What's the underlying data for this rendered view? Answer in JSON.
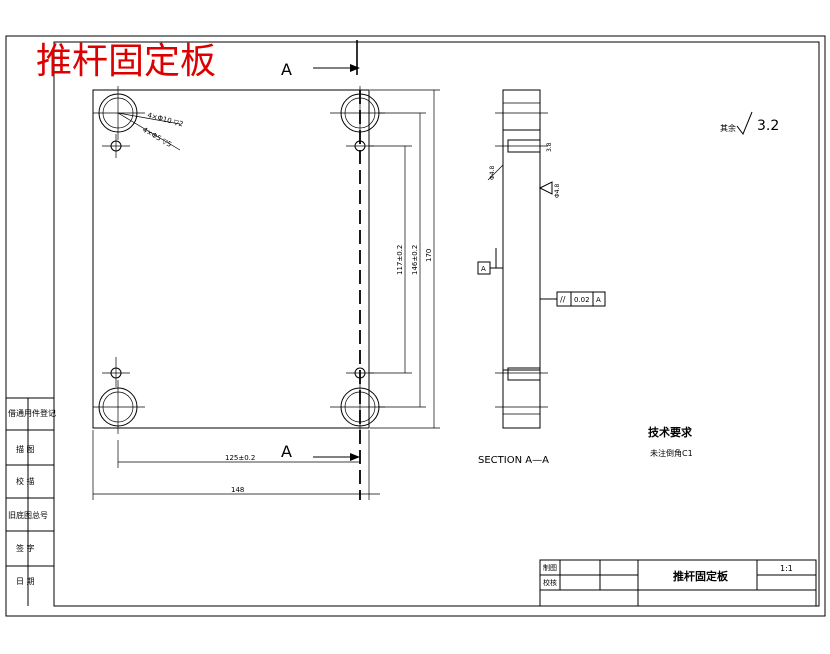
{
  "title": "推杆固定板",
  "title_color": "#dd0000",
  "section_marks": {
    "top": "A",
    "bottom": "A"
  },
  "section_label": "SECTION A—A",
  "dims": {
    "hole_note_1": "4×Φ10 ▽2",
    "hole_note_2": "4×Φ5 ▽5",
    "width_inner": "125±0.2",
    "width_total": "148",
    "height_inner": "117±0.2",
    "height_mid": "146±0.2",
    "height_total": "170",
    "sec_dim_1": "3.8",
    "sec_dim_2": "Φ4.8",
    "sec_dim_3": "Φ4.8",
    "sec_dim_4": "0.02"
  },
  "datum": "A",
  "tolerance": {
    "symbol": "//",
    "value": "0.02",
    "datum": "A"
  },
  "roughness": {
    "prefix": "其余",
    "value": "3.2"
  },
  "tech": {
    "heading": "技术要求",
    "note": "未注倒角C1"
  },
  "side_labels": [
    "借通用件登记",
    "描 图",
    "校 描",
    "旧底图总号",
    "签 字",
    "日 期"
  ],
  "title_block": {
    "name": "推杆固定板",
    "scale": "1:1",
    "row1": "制图",
    "row2": "校核"
  }
}
